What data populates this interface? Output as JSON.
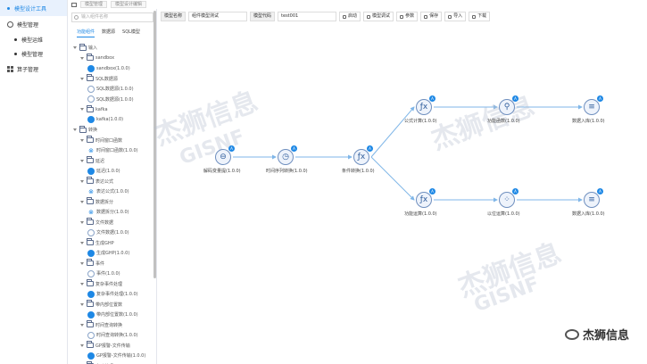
{
  "nav": {
    "items": [
      {
        "label": "模型设计工具",
        "active": true
      },
      {
        "label": "模型管理",
        "active": false
      },
      {
        "label": "模型运维",
        "child": true
      },
      {
        "label": "模型管理",
        "child": true
      },
      {
        "label": "算子管理",
        "active": false
      }
    ]
  },
  "topbar": {
    "crumb1": "模型管理",
    "crumb2": "模型设计编辑"
  },
  "panel": {
    "search_placeholder": "输入组件名称",
    "tabs": [
      "功能组件",
      "数据源",
      "SQL模型"
    ],
    "tree": [
      {
        "label": "输入",
        "level": 0,
        "type": "folder"
      },
      {
        "label": "sandbox",
        "level": 1,
        "type": "folder"
      },
      {
        "label": "sandbox(1.0.0)",
        "level": 2,
        "type": "comp-blue"
      },
      {
        "label": "SQL数据源",
        "level": 1,
        "type": "folder"
      },
      {
        "label": "SQL数据源(1.0.0)",
        "level": 2,
        "type": "comp-ring"
      },
      {
        "label": "SQL数据源(1.0.0)",
        "level": 2,
        "type": "comp-ring"
      },
      {
        "label": "kafka",
        "level": 1,
        "type": "folder"
      },
      {
        "label": "kafka(1.0.0)",
        "level": 2,
        "type": "comp-blue"
      },
      {
        "label": "转换",
        "level": 0,
        "type": "folder"
      },
      {
        "label": "时间窗口函数",
        "level": 1,
        "type": "folder"
      },
      {
        "label": "时间窗口函数(1.0.0)",
        "level": 2,
        "type": "comp-glyph"
      },
      {
        "label": "延迟",
        "level": 1,
        "type": "folder"
      },
      {
        "label": "延迟(1.0.0)",
        "level": 2,
        "type": "comp-blue"
      },
      {
        "label": "表达公式",
        "level": 1,
        "type": "folder"
      },
      {
        "label": "表达公式(1.0.0)",
        "level": 2,
        "type": "comp-glyph"
      },
      {
        "label": "数据拆分",
        "level": 1,
        "type": "folder"
      },
      {
        "label": "数据拆分(1.0.0)",
        "level": 2,
        "type": "comp-glyph"
      },
      {
        "label": "文件数据",
        "level": 1,
        "type": "folder"
      },
      {
        "label": "文件数据(1.0.0)",
        "level": 2,
        "type": "comp-ring"
      },
      {
        "label": "生成GHP",
        "level": 1,
        "type": "folder"
      },
      {
        "label": "生成GHP(1.0.0)",
        "level": 2,
        "type": "comp-blue"
      },
      {
        "label": "事件",
        "level": 1,
        "type": "folder"
      },
      {
        "label": "事件(1.0.0)",
        "level": 2,
        "type": "comp-ring"
      },
      {
        "label": "复杂事件处理",
        "level": 1,
        "type": "folder"
      },
      {
        "label": "复杂事件处理(1.0.0)",
        "level": 2,
        "type": "comp-blue"
      },
      {
        "label": "带内部位置数",
        "level": 1,
        "type": "folder"
      },
      {
        "label": "带内部位置数(1.0.0)",
        "level": 2,
        "type": "comp-blue"
      },
      {
        "label": "时间查询转换",
        "level": 1,
        "type": "folder"
      },
      {
        "label": "时间查询转换(1.0.0)",
        "level": 2,
        "type": "comp-ring"
      },
      {
        "label": "GP报警-文件传输",
        "level": 1,
        "type": "folder"
      },
      {
        "label": "GP报警-文件传输(1.0.0)",
        "level": 2,
        "type": "comp-blue"
      },
      {
        "label": "变动处理",
        "level": 1,
        "type": "folder"
      }
    ]
  },
  "toolbar": {
    "name_label": "模型名称",
    "name_value": "组件模型测试",
    "code_label": "模型代码",
    "code_value": "test001",
    "buttons": [
      "启动",
      "模型调试",
      "参数",
      "保存",
      "导入",
      "下载"
    ]
  },
  "canvas": {
    "nodes": [
      {
        "id": "n1",
        "label": "解码变量提(1.0.0)",
        "glyph": "⊖"
      },
      {
        "id": "n2",
        "label": "时间序列转换(1.0.0)",
        "glyph": "◷"
      },
      {
        "id": "n3",
        "label": "条件转换(1.0.0)",
        "glyph": "ƒx"
      },
      {
        "id": "n4",
        "label": "公式计算(1.0.0)",
        "glyph": "ƒx"
      },
      {
        "id": "n5",
        "label": "功能函数(1.0.0)",
        "glyph": "⚲"
      },
      {
        "id": "n6",
        "label": "数据入库(1.0.0)",
        "glyph": "≡"
      },
      {
        "id": "n7",
        "label": "功能运算(1.0.0)",
        "glyph": "ƒx"
      },
      {
        "id": "n8",
        "label": "以位运算(1.0.0)",
        "glyph": "⁘"
      },
      {
        "id": "n9",
        "label": "数据入库(1.0.0)",
        "glyph": "≡"
      }
    ],
    "edges": [
      [
        "n1",
        "n2"
      ],
      [
        "n2",
        "n3"
      ],
      [
        "n3",
        "n4"
      ],
      [
        "n3",
        "n7"
      ],
      [
        "n4",
        "n5"
      ],
      [
        "n5",
        "n6"
      ],
      [
        "n7",
        "n8"
      ],
      [
        "n8",
        "n9"
      ]
    ]
  },
  "watermark": {
    "text_cn": "杰狮信息",
    "text_en": "GISNF"
  },
  "logo": {
    "text": "杰狮信息"
  }
}
